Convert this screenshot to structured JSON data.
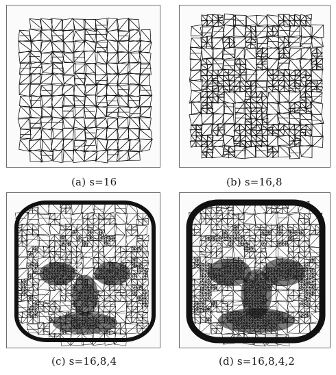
{
  "panels": [
    {
      "id": "a",
      "caption": "(a) s=16",
      "density": 1
    },
    {
      "id": "b",
      "caption": "(b) s=16,8",
      "density": 2
    },
    {
      "id": "c",
      "caption": "(c) s=16,8,4",
      "density": 3
    },
    {
      "id": "d",
      "caption": "(d) s=16,8,4,2",
      "density": 4
    }
  ],
  "colors": {
    "mesh": "#111111",
    "frame": "#6d6d6d",
    "background": "#fbfbfb"
  }
}
